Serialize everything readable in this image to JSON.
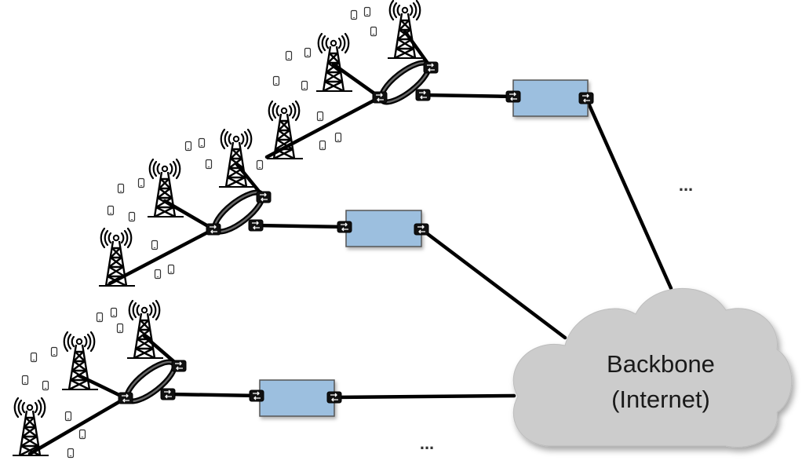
{
  "cloud": {
    "line1": "Backbone",
    "line2": "(Internet)"
  },
  "ellipsis_right": "...",
  "ellipsis_bottom": "...",
  "colors": {
    "box_fill": "#9cbfdf",
    "box_stroke": "#555555",
    "cloud_fill": "#cccccc",
    "link": "#000000"
  },
  "icons": [
    "cell-tower-icon",
    "mobile-device-icon",
    "switch-icon",
    "access-ring",
    "gateway-box",
    "backbone-cloud"
  ]
}
